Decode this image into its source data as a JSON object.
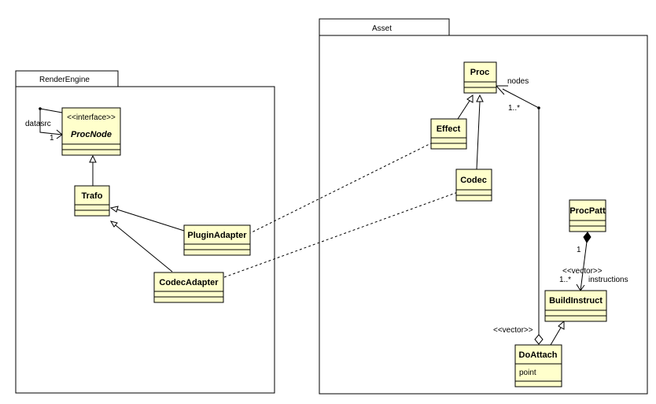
{
  "packages": {
    "render_engine": {
      "title": "RenderEngine"
    },
    "asset": {
      "title": "Asset"
    }
  },
  "classes": {
    "proc_node": {
      "stereotype": "<<interface>>",
      "name": "ProcNode"
    },
    "trafo": {
      "name": "Trafo"
    },
    "plugin_adapter": {
      "name": "PluginAdapter"
    },
    "codec_adapter": {
      "name": "CodecAdapter"
    },
    "proc": {
      "name": "Proc"
    },
    "effect": {
      "name": "Effect"
    },
    "codec": {
      "name": "Codec"
    },
    "proc_patt": {
      "name": "ProcPatt"
    },
    "build_instruct": {
      "name": "BuildInstruct"
    },
    "do_attach": {
      "name": "DoAttach",
      "attribute": "point"
    }
  },
  "labels": {
    "datasrc": "datasrc",
    "datasrc_mult": "1",
    "nodes": "nodes",
    "nodes_mult": "1..*",
    "vector_doattach": "<<vector>>",
    "procpatt_mult": "1",
    "vector_instructions": "<<vector>>",
    "instructions_mult": "1..*",
    "instructions": "instructions"
  }
}
